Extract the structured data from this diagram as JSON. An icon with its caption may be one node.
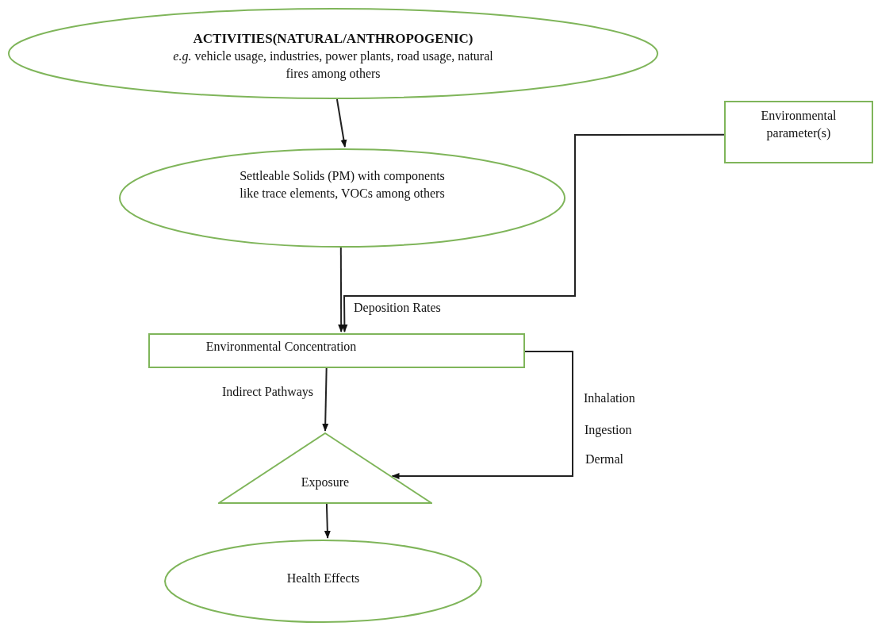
{
  "diagram": {
    "nodes": [
      {
        "text": [
          "ACTIVITIES(NATURAL/ANTHROPOGENIC)",
          "*e.g.* vehicle usage, industries, power plants, road usage, natural fires among others"
        ]
      },
      {
        "text": [
          "Settleable Solids (PM) with components like trace elements, VOCs among others"
        ]
      },
      {
        "text": [
          "Environmental parameter(s)"
        ]
      },
      {
        "text": [
          "Environmental Concentration"
        ]
      },
      {
        "text": [
          "Exposure"
        ]
      },
      {
        "text": [
          "Health Effects"
        ]
      }
    ],
    "edges": [
      {
        "from": 0,
        "to": 1,
        "arrow": "to"
      },
      {
        "from": 1,
        "to": 3,
        "arrow": "to"
      },
      {
        "from": 2,
        "to": 3,
        "arrow": "to",
        "label": "Deposition Rates"
      },
      {
        "from": 3,
        "to": 4,
        "arrow": "to",
        "label": "Indirect Pathways"
      },
      {
        "from": 3,
        "to": 4,
        "arrow": "to"
      },
      {
        "from": 4,
        "to": 5,
        "arrow": "to"
      }
    ],
    "labels": [
      "Inhalation",
      "Ingestion",
      "Dermal"
    ]
  }
}
